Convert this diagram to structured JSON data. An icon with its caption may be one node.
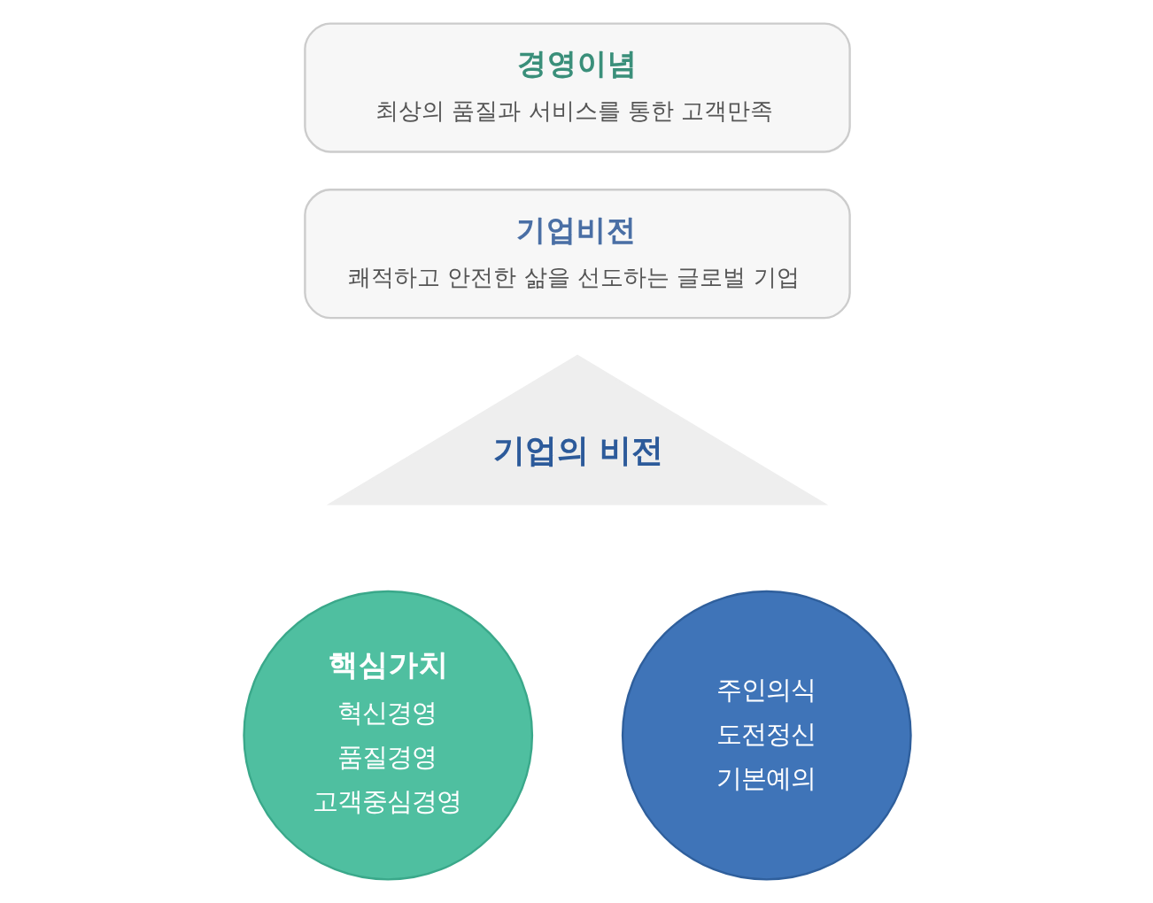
{
  "diagram": {
    "nodes": [
      {
        "text": [
          "경영이념",
          "최상의 품질과 서비스를 통한 고객만족"
        ]
      },
      {
        "text": [
          "기업비전",
          "쾌적하고 안전한 삶을 선도하는 글로벌 기업"
        ]
      },
      {
        "text": [
          "기업의 비전"
        ]
      },
      {
        "text": [
          "핵심가치",
          "혁신경영",
          "품질경영",
          "고객중심경영"
        ]
      },
      {
        "text": [
          "주인의식",
          "도전정신",
          "기본예의"
        ]
      }
    ]
  }
}
